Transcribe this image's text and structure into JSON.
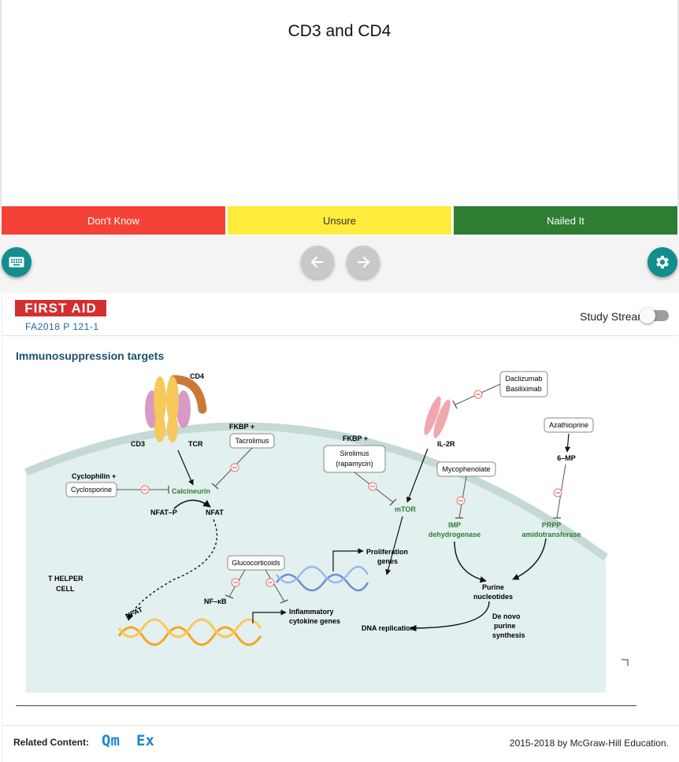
{
  "card": {
    "title": "CD3 and CD4"
  },
  "rating": {
    "dont_know": "Don't Know",
    "unsure": "Unsure",
    "nailed_it": "Nailed It"
  },
  "controls": {
    "keyboard_icon": "keyboard-icon",
    "prev_icon": "arrow-left-icon",
    "next_icon": "arrow-right-icon",
    "settings_icon": "gear-icon"
  },
  "source": {
    "logo": "FIRST AID",
    "reference": "FA2018 P 121-1"
  },
  "study_stream": {
    "label": "Study Stream",
    "enabled": false
  },
  "diagram": {
    "title": "Immunosuppression targets",
    "labels": {
      "cd4": "CD4",
      "cd3": "CD3",
      "tcr": "TCR",
      "fkbp1": "FKBP +",
      "tacrolimus": "Tacrolimus",
      "cyclophilin": "Cyclophilin +",
      "cyclosporine": "Cyclosporine",
      "calcineurin": "Calcineurin",
      "nfat_p": "NFAT–P",
      "nfat": "NFAT",
      "fkbp2": "FKBP +",
      "sirolimus": "Sirolimus",
      "rapamycin": "(rapamycin)",
      "mtor": "mTOR",
      "il2r": "IL-2R",
      "daclizumab": "Daclizumab",
      "basiliximab": "Basiliximab",
      "mycophenolate": "Mycophenolate",
      "imp1": "IMP",
      "imp2": "dehydrogenase",
      "azathioprine": "Azathioprine",
      "six_mp": "6–MP",
      "prpp1": "PRPP",
      "prpp2": "amidotransferase",
      "glucocorticoids": "Glucocorticoids",
      "prolif1": "Proliferation",
      "prolif2": "genes",
      "purine1": "Purine",
      "purine2": "nucleotides",
      "helper1": "T HELPER",
      "helper2": "CELL",
      "nfkb": "NF–κB",
      "nfat_dna": "NFAT",
      "inflam1": "Inflammatory",
      "inflam2": "cytokine genes",
      "denovo1": "De novo",
      "denovo2": "purine",
      "denovo3": "synthesis",
      "dna_rep": "DNA replication"
    },
    "colors": {
      "cell_fill": "#e2f0ef",
      "cell_edge": "#c5d9d7",
      "enzyme_green": "#2e7d32",
      "inhibit_red": "#e53935"
    }
  },
  "footer": {
    "related_label": "Related Content:",
    "qm": "Qm",
    "ex": "Ex",
    "copyright": "2015-2018 by McGraw-Hill Education."
  }
}
